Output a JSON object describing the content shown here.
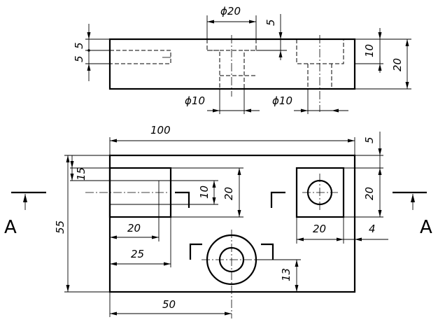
{
  "top_view": {
    "dims": {
      "bore_large": "ϕ20",
      "bore_depth": "5",
      "slot_left_a": "5",
      "slot_left_b": "5",
      "pocket_depth": "10",
      "height": "20",
      "bore_small_1": "ϕ10",
      "bore_small_2": "ϕ10"
    }
  },
  "front_view": {
    "dims": {
      "overall_length": "100",
      "top_offset": "5",
      "slot_height": "15",
      "slot_inner": "10",
      "slot_outer": "20",
      "square_size_v": "20",
      "overall_width": "55",
      "slot_width": "20",
      "square_size_h": "20",
      "square_offset": "4",
      "slot_depth": "25",
      "hole_offset": "13",
      "hole_position": "50"
    }
  },
  "section_labels": {
    "left": "A",
    "right": "A"
  }
}
